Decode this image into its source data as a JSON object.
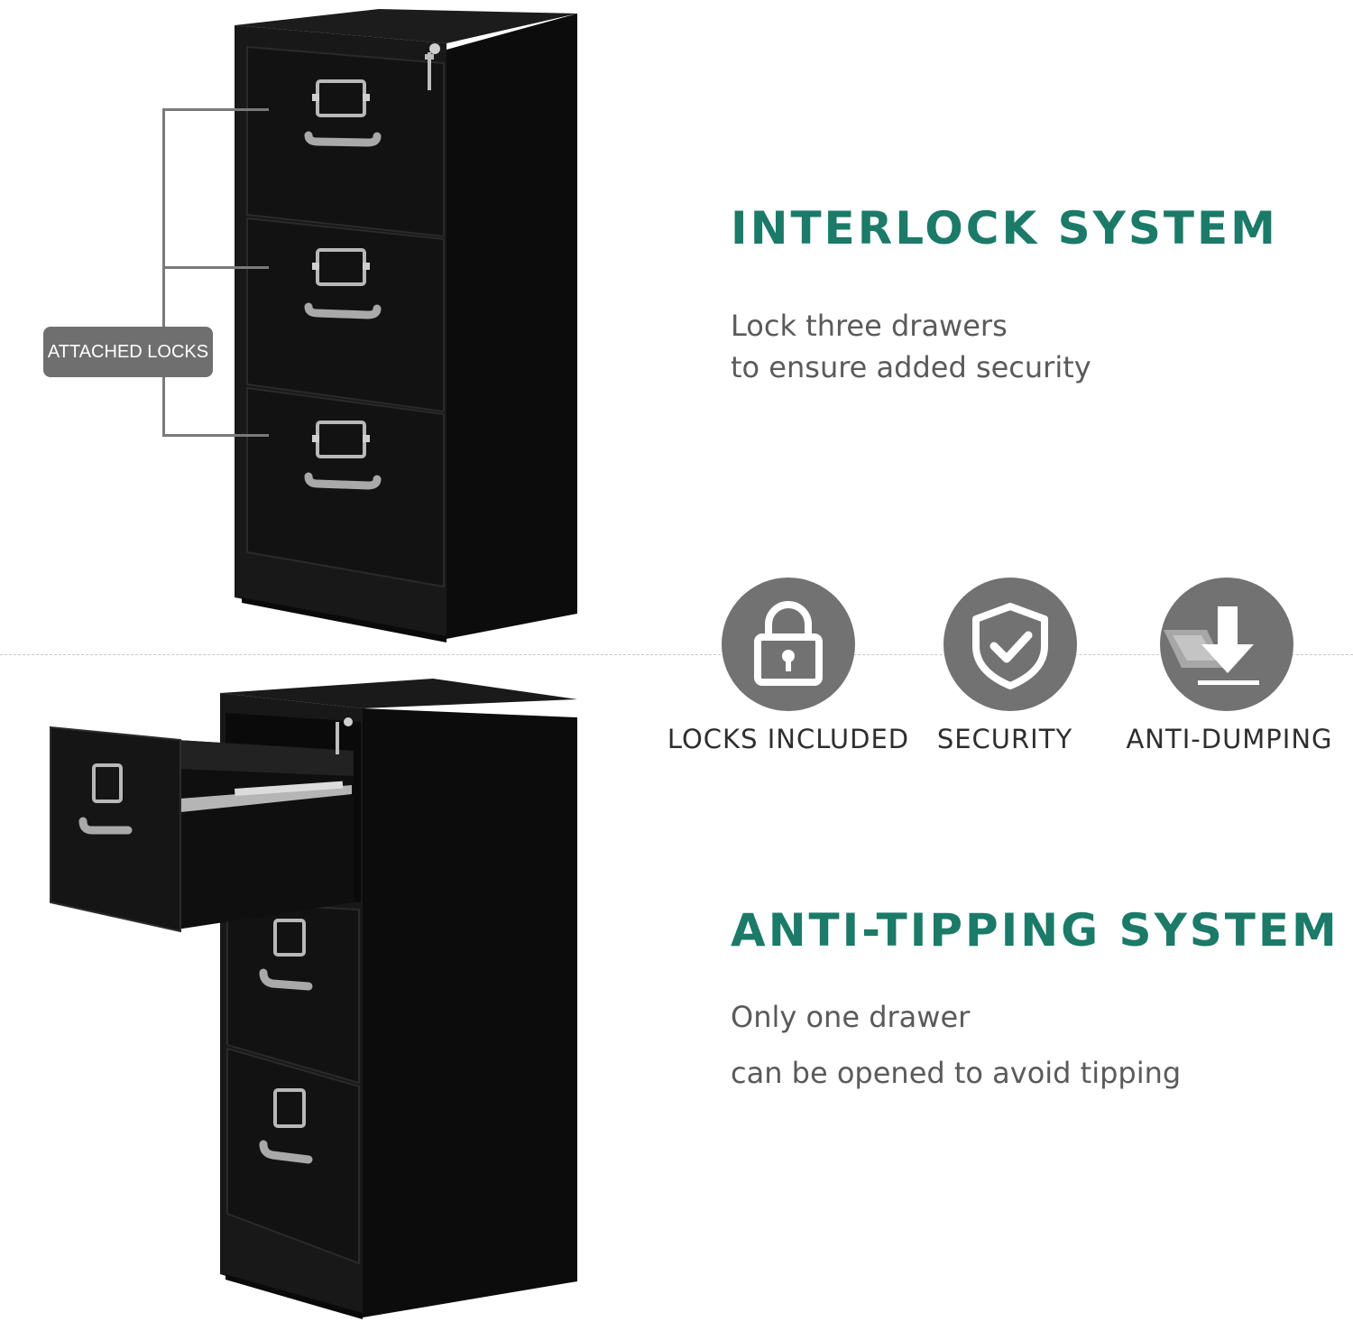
{
  "interlock": {
    "heading": "INTERLOCK SYSTEM",
    "line1": "Lock three drawers",
    "line2": "to ensure added security"
  },
  "attached_badge": "ATTACHED LOCKS",
  "features": [
    {
      "icon": "lock-icon",
      "label": "LOCKS INCLUDED"
    },
    {
      "icon": "shield-check-icon",
      "label": "SECURITY"
    },
    {
      "icon": "anti-dump-arrow-icon",
      "label": "ANTI-DUMPING"
    }
  ],
  "anti_tipping": {
    "heading": "ANTI-TIPPING SYSTEM",
    "line1": "Only one drawer",
    "line2": "can be opened to avoid tipping"
  },
  "colors": {
    "accent": "#1b7a68",
    "cabinet": "#141414",
    "icon_bg": "#727272",
    "badge_bg": "#6f6f6f"
  }
}
